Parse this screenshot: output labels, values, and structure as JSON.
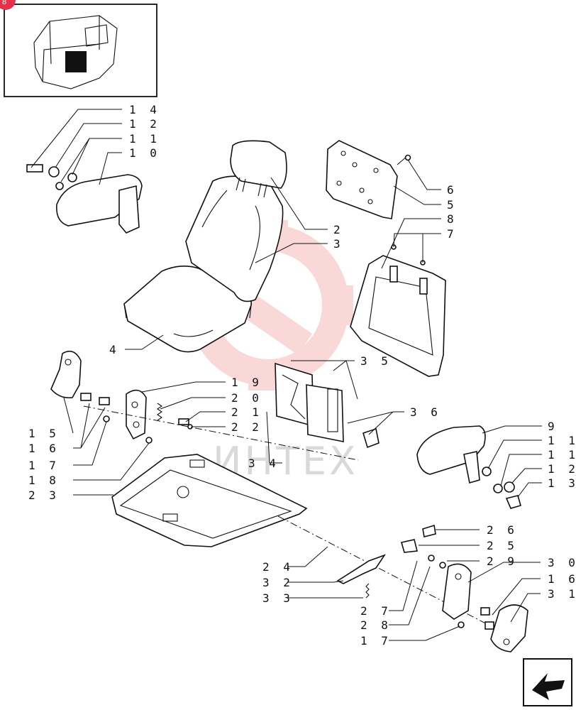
{
  "diagram": {
    "watermark": "ИНТЕХ",
    "badge_label": "8",
    "thumbnail_icon": "tractor-cab-icon",
    "nav_icon": "next-page-arrow-icon",
    "watermark_color": "#f05050",
    "callouts": {
      "c1": "1 4",
      "c2": "1 2",
      "c3": "1 1",
      "c4": "1 0",
      "c5": "6",
      "c6": "5",
      "c7": "8",
      "c8": "7",
      "c9": "2",
      "c10": "3",
      "c11": "4",
      "c12": "3 5",
      "c13": "1 9",
      "c14": "2 0",
      "c15": "2 1",
      "c16": "2 2",
      "c17": "3 6",
      "c18": "1 5",
      "c19": "1 6",
      "c20": "1 7",
      "c21": "1 8",
      "c22": "3 4",
      "c23": "2 3",
      "c24": "9",
      "c25": "1 1",
      "c26": "1 1",
      "c27": "1 2",
      "c28": "1 3",
      "c29": "2 6",
      "c30": "2 5",
      "c31": "2 9",
      "c32": "3 0",
      "c33": "1 6",
      "c34": "3 1",
      "c35": "2 4",
      "c36": "3 2",
      "c37": "3 3",
      "c38": "2 7",
      "c39": "2 8",
      "c40": "1 7"
    }
  }
}
